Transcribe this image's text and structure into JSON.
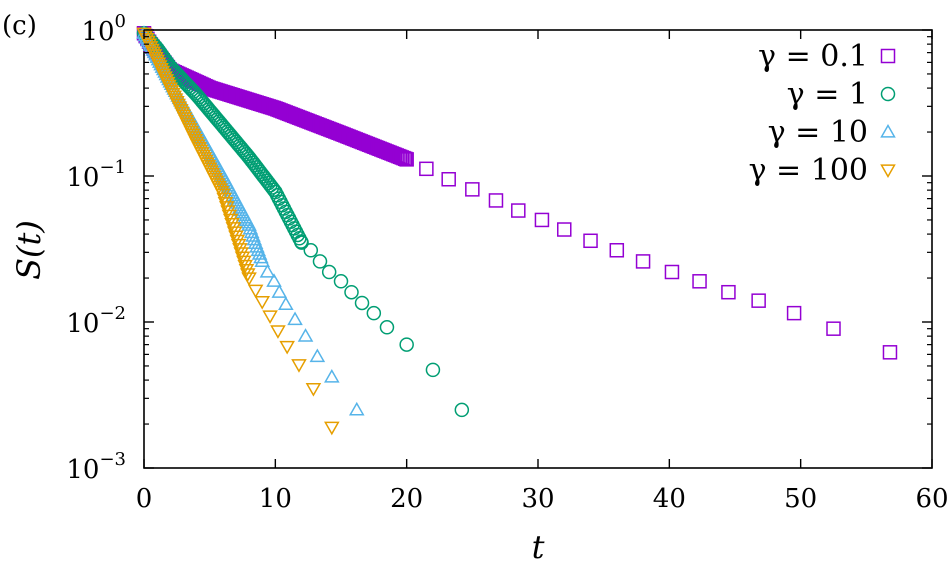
{
  "panel_label": "(c)",
  "chart_data": {
    "type": "scatter",
    "xlabel": "t",
    "ylabel": "S(t)",
    "xlim": [
      0,
      60
    ],
    "ylim": [
      0.001,
      1
    ],
    "yscale": "log",
    "grid": false,
    "legend_position": "top-right",
    "x_ticks": [
      0,
      10,
      20,
      30,
      40,
      50,
      60
    ],
    "y_ticks": [
      {
        "value": 1,
        "base": "10",
        "exp": "0"
      },
      {
        "value": 0.1,
        "base": "10",
        "exp": "−1"
      },
      {
        "value": 0.01,
        "base": "10",
        "exp": "−2"
      },
      {
        "value": 0.001,
        "base": "10",
        "exp": "−3"
      }
    ],
    "series": [
      {
        "name": "γ = 0.1",
        "marker": "square",
        "color": "#9400d3",
        "sparse_points": [
          {
            "x": 20.0,
            "y": 0.13
          },
          {
            "x": 21.5,
            "y": 0.112
          },
          {
            "x": 23.2,
            "y": 0.095
          },
          {
            "x": 25.0,
            "y": 0.081
          },
          {
            "x": 26.8,
            "y": 0.068
          },
          {
            "x": 28.5,
            "y": 0.058
          },
          {
            "x": 30.3,
            "y": 0.05
          },
          {
            "x": 32.0,
            "y": 0.043
          },
          {
            "x": 34.0,
            "y": 0.036
          },
          {
            "x": 36.0,
            "y": 0.031
          },
          {
            "x": 38.0,
            "y": 0.026
          },
          {
            "x": 40.2,
            "y": 0.022
          },
          {
            "x": 42.3,
            "y": 0.019
          },
          {
            "x": 44.5,
            "y": 0.016
          },
          {
            "x": 46.8,
            "y": 0.014
          },
          {
            "x": 49.5,
            "y": 0.0115
          },
          {
            "x": 52.5,
            "y": 0.009
          },
          {
            "x": 56.8,
            "y": 0.0062
          }
        ]
      },
      {
        "name": "γ = 1",
        "marker": "circle",
        "color": "#009e73",
        "sparse_points": [
          {
            "x": 12.0,
            "y": 0.035
          },
          {
            "x": 12.7,
            "y": 0.031
          },
          {
            "x": 13.4,
            "y": 0.026
          },
          {
            "x": 14.1,
            "y": 0.022
          },
          {
            "x": 15.0,
            "y": 0.019
          },
          {
            "x": 15.8,
            "y": 0.016
          },
          {
            "x": 16.6,
            "y": 0.0135
          },
          {
            "x": 17.5,
            "y": 0.0115
          },
          {
            "x": 18.5,
            "y": 0.0092
          },
          {
            "x": 20.0,
            "y": 0.007
          },
          {
            "x": 22.0,
            "y": 0.0047
          },
          {
            "x": 24.2,
            "y": 0.0025
          }
        ]
      },
      {
        "name": "γ = 10",
        "marker": "triangle-up",
        "color": "#56b4e9",
        "sparse_points": [
          {
            "x": 9.0,
            "y": 0.026
          },
          {
            "x": 9.4,
            "y": 0.022
          },
          {
            "x": 9.9,
            "y": 0.019
          },
          {
            "x": 10.3,
            "y": 0.016
          },
          {
            "x": 10.8,
            "y": 0.0132
          },
          {
            "x": 11.5,
            "y": 0.0104
          },
          {
            "x": 12.3,
            "y": 0.008
          },
          {
            "x": 13.2,
            "y": 0.0058
          },
          {
            "x": 14.3,
            "y": 0.0042
          },
          {
            "x": 16.2,
            "y": 0.0025
          }
        ]
      },
      {
        "name": "γ = 100",
        "marker": "triangle-down",
        "color": "#e69f00",
        "sparse_points": [
          {
            "x": 8.0,
            "y": 0.02
          },
          {
            "x": 8.5,
            "y": 0.0165
          },
          {
            "x": 9.0,
            "y": 0.0138
          },
          {
            "x": 9.6,
            "y": 0.011
          },
          {
            "x": 10.2,
            "y": 0.0087
          },
          {
            "x": 10.9,
            "y": 0.0068
          },
          {
            "x": 11.8,
            "y": 0.0051
          },
          {
            "x": 12.9,
            "y": 0.0035
          },
          {
            "x": 14.3,
            "y": 0.0019
          }
        ]
      }
    ],
    "dense_segments": [
      {
        "series": 0,
        "anchors": [
          [
            0,
            0.95
          ],
          [
            0.5,
            0.8
          ],
          [
            2,
            0.53
          ],
          [
            5,
            0.4
          ],
          [
            10,
            0.29
          ],
          [
            15,
            0.195
          ],
          [
            20,
            0.13
          ]
        ],
        "step": 0.13
      },
      {
        "series": 1,
        "anchors": [
          [
            0,
            0.95
          ],
          [
            1,
            0.75
          ],
          [
            2,
            0.56
          ],
          [
            4,
            0.36
          ],
          [
            6,
            0.22
          ],
          [
            8,
            0.134
          ],
          [
            10,
            0.078
          ],
          [
            12,
            0.035
          ]
        ],
        "step": 0.13
      },
      {
        "series": 2,
        "anchors": [
          [
            0,
            0.95
          ],
          [
            1,
            0.65
          ],
          [
            2,
            0.44
          ],
          [
            4,
            0.21
          ],
          [
            6,
            0.1
          ],
          [
            8,
            0.046
          ],
          [
            9,
            0.026
          ]
        ],
        "step": 0.1
      },
      {
        "series": 3,
        "anchors": [
          [
            0,
            0.95
          ],
          [
            1,
            0.62
          ],
          [
            2,
            0.4
          ],
          [
            4,
            0.17
          ],
          [
            6,
            0.075
          ],
          [
            8,
            0.02
          ]
        ],
        "step": 0.1
      }
    ]
  }
}
